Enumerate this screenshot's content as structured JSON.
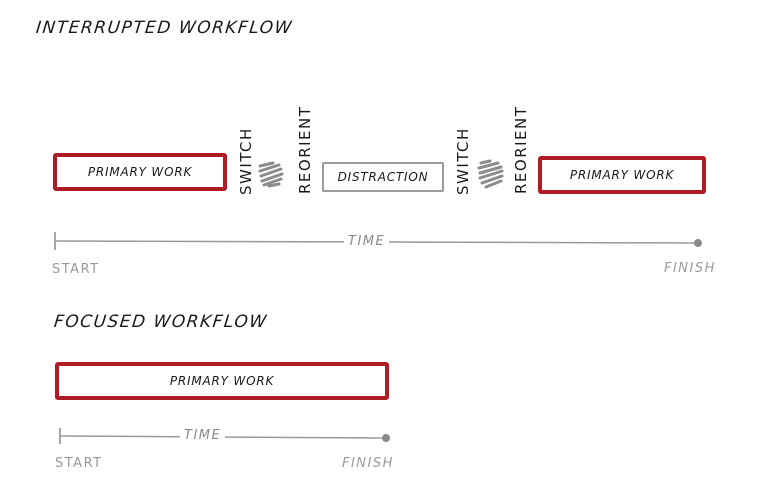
{
  "interrupted": {
    "title": "Interrupted workflow",
    "primary_work_1": "Primary work",
    "switch_1": "Switch",
    "reorient_1": "Reorient",
    "distraction": "Distraction",
    "switch_2": "Switch",
    "reorient_2": "Reorient",
    "primary_work_2": "Primary work",
    "time": "Time",
    "start": "Start",
    "finish": "Finish"
  },
  "focused": {
    "title": "Focused workflow",
    "primary_work": "Primary work",
    "time": "Time",
    "start": "Start",
    "finish": "Finish"
  },
  "colors": {
    "primary": "#b01c24",
    "distraction": "#9a9a9a",
    "timeline": "#8a8a8a"
  }
}
